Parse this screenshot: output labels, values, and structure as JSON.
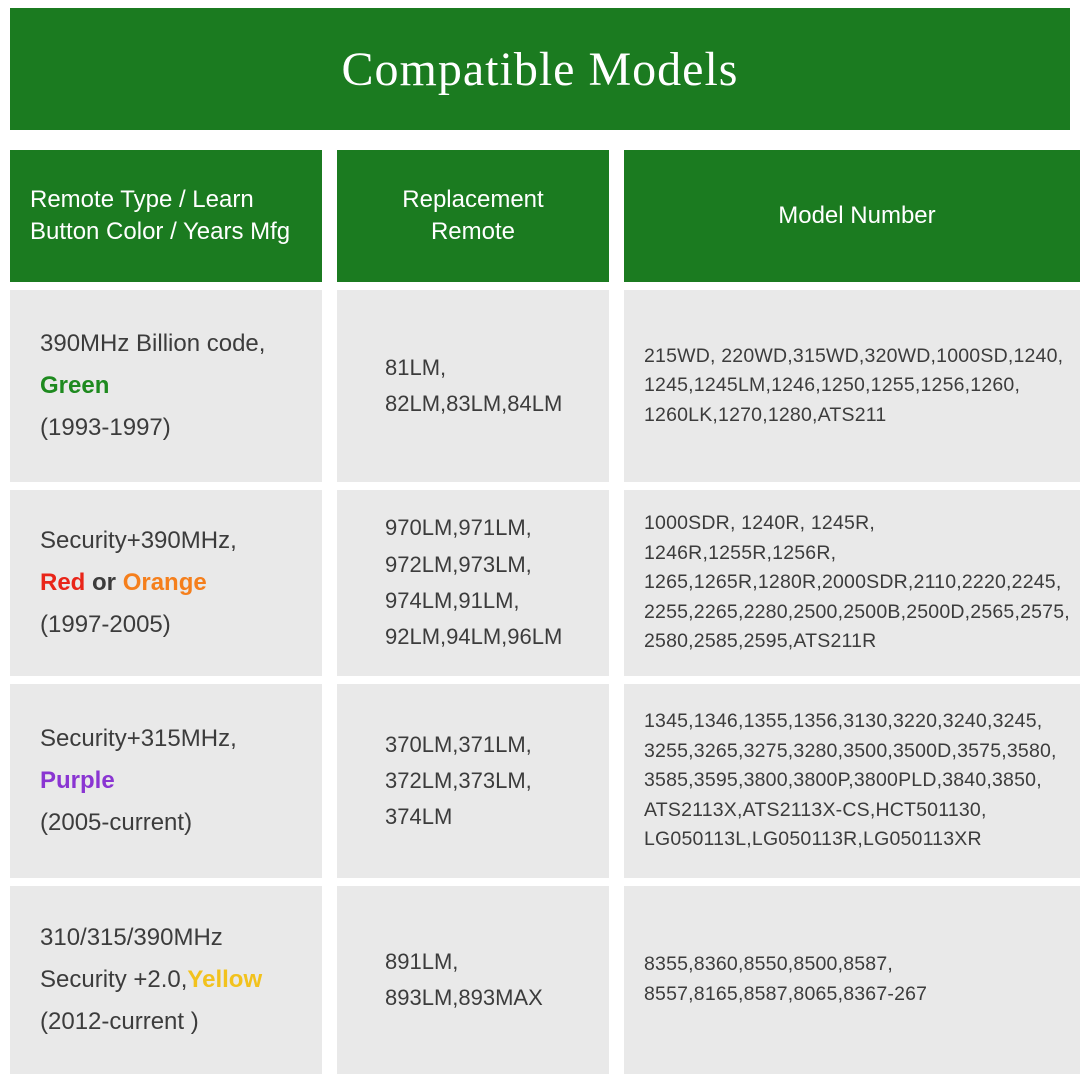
{
  "title": "Compatible Models",
  "colors": {
    "banner_green": "#1b7b20",
    "row_bg": "#e9e9e9",
    "text_dark": "#3c3c3c",
    "word_green": "#1e8a1f",
    "word_red": "#e92519",
    "word_orange": "#f57f1c",
    "word_purple": "#8a35d2",
    "word_yellow": "#f2c21d"
  },
  "headers": [
    "Remote Type / Learn\nButton Color / Years Mfg",
    "Replacement\nRemote",
    "Model Number"
  ],
  "rows": [
    {
      "type_line1": "390MHz Billion code,",
      "color_word1": "Green",
      "years": "(1993-1997)",
      "remotes": "81LM,\n82LM,83LM,84LM",
      "models": "215WD, 220WD,315WD,320WD,1000SD,1240,\n1245,1245LM,1246,1250,1255,1256,1260,\n1260LK,1270,1280,ATS211"
    },
    {
      "type_line1": "Security+390MHz,",
      "color_word1": "Red",
      "conjunction": " or ",
      "color_word2": "Orange",
      "years": "(1997-2005)",
      "remotes": "970LM,971LM,\n972LM,973LM,\n974LM,91LM,\n92LM,94LM,96LM",
      "models": "1000SDR, 1240R, 1245R, 1246R,1255R,1256R,\n1265,1265R,1280R,2000SDR,2110,2220,2245,\n2255,2265,2280,2500,2500B,2500D,2565,2575,\n2580,2585,2595,ATS211R"
    },
    {
      "type_line1": "Security+315MHz,",
      "color_word1": "Purple",
      "years": "(2005-current)",
      "remotes": "370LM,371LM,\n372LM,373LM,\n374LM",
      "models": "1345,1346,1355,1356,3130,3220,3240,3245,\n3255,3265,3275,3280,3500,3500D,3575,3580,\n3585,3595,3800,3800P,3800PLD,3840,3850,\nATS2113X,ATS2113X-CS,HCT501130,\nLG050113L,LG050113R,LG050113XR"
    },
    {
      "type_line1": "310/315/390MHz",
      "type_line2_prefix": "Security +2.0,",
      "color_word1": "Yellow",
      "years": "(2012-current )",
      "remotes": "891LM,\n893LM,893MAX",
      "models": "8355,8360,8550,8500,8587,\n8557,8165,8587,8065,8367-267"
    }
  ]
}
